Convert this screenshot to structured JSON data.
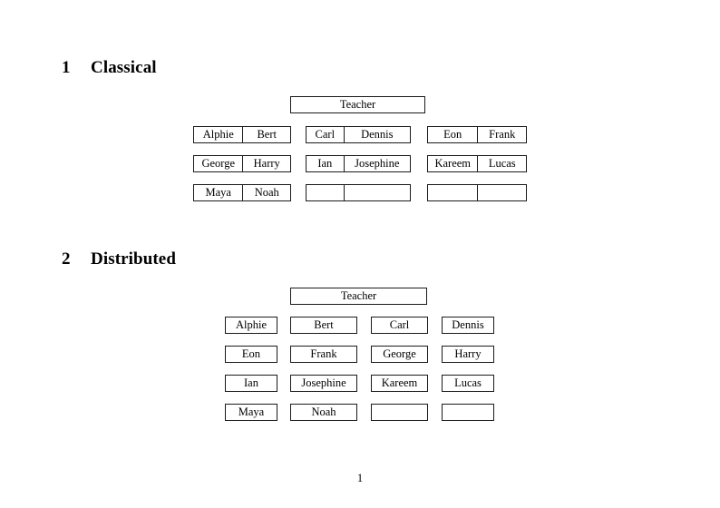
{
  "document": {
    "page_number": "1",
    "ink_color": "#1a1a1a",
    "background_color": "#ffffff"
  },
  "sections": [
    {
      "number": "1",
      "title": "Classical",
      "teacher": {
        "label": "Teacher"
      },
      "groups": [
        {
          "name": "left-group",
          "rows": [
            {
              "cells": [
                "Alphie",
                "Bert"
              ]
            },
            {
              "cells": [
                "George",
                "Harry"
              ]
            },
            {
              "cells": [
                "Maya",
                "Noah"
              ]
            }
          ]
        },
        {
          "name": "middle-group",
          "rows": [
            {
              "cells": [
                "Carl",
                "Dennis"
              ]
            },
            {
              "cells": [
                "Ian",
                "Josephine"
              ]
            },
            {
              "cells": [
                "",
                ""
              ]
            }
          ]
        },
        {
          "name": "right-group",
          "rows": [
            {
              "cells": [
                "Eon",
                "Frank"
              ]
            },
            {
              "cells": [
                "Kareem",
                "Lucas"
              ]
            },
            {
              "cells": [
                "",
                ""
              ]
            }
          ]
        }
      ]
    },
    {
      "number": "2",
      "title": "Distributed",
      "teacher": {
        "label": "Teacher"
      },
      "rows": [
        {
          "cells": [
            "Alphie",
            "Bert",
            "Carl",
            "Dennis"
          ]
        },
        {
          "cells": [
            "Eon",
            "Frank",
            "George",
            "Harry"
          ]
        },
        {
          "cells": [
            "Ian",
            "Josephine",
            "Kareem",
            "Lucas"
          ]
        },
        {
          "cells": [
            "Maya",
            "Noah",
            "",
            ""
          ]
        }
      ]
    }
  ]
}
